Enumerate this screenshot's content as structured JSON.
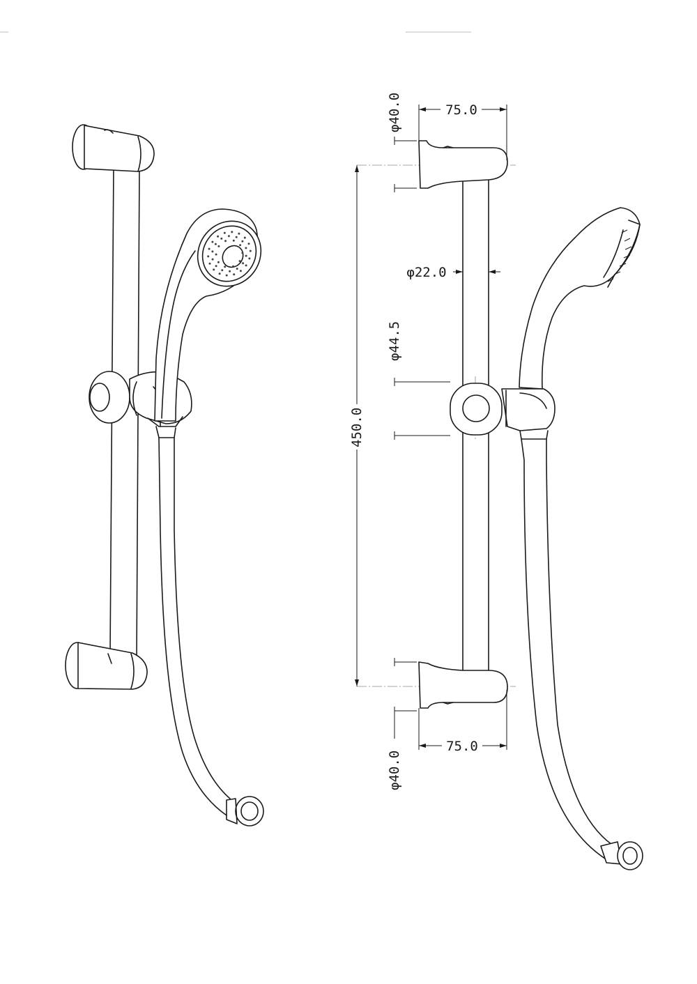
{
  "drawing": {
    "dimensions": {
      "top_length": "75.0",
      "top_diameter": "φ40.0",
      "bar_diameter": "φ22.0",
      "slider_diameter": "φ44.5",
      "total_height": "450.0",
      "bottom_length": "75.0",
      "bottom_diameter": "φ40.0"
    }
  }
}
